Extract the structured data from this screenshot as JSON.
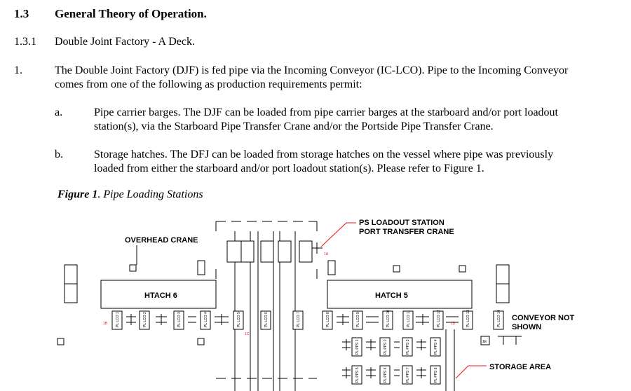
{
  "section": {
    "number": "1.3",
    "title": "General Theory of Operation."
  },
  "subsection": {
    "number": "1.3.1",
    "title": "Double Joint Factory - A Deck."
  },
  "item1": {
    "number": "1.",
    "line1": "The Double Joint Factory (DJF) is fed pipe via the Incoming Conveyor (IC-LCO).  Pipe to the Incoming Conveyor",
    "line2": "comes from one of the following as production requirements permit:"
  },
  "item_a": {
    "label": "a.",
    "line1": "Pipe carrier barges.  The DJF can be loaded from pipe carrier barges at the starboard and/or port loadout",
    "line2": "station(s), via the Starboard Pipe Transfer Crane and/or the Portside Pipe Transfer Crane."
  },
  "item_b": {
    "label": "b.",
    "line1": "Storage hatches.  The DFJ can be loaded from storage hatches on the vessel where pipe was previously",
    "line2": "loaded from either the starboard and/or port loadout station(s).  Please refer to Figure 1."
  },
  "figure": {
    "label": "Figure 1",
    "caption": ". Pipe Loading Stations"
  },
  "diagram": {
    "ps_loadout_line1": "PS LOADOUT STATION",
    "ps_loadout_line2": "PORT TRANSFER CRANE",
    "overhead_crane": "OVERHEAD CRANE",
    "hatch6": "HTACH 6",
    "hatch5": "HATCH 5",
    "conveyor_line1": "CONVEYOR NOT",
    "conveyor_line2": "SHOWN",
    "storage_area": "STORAGE AREA",
    "callout_1a": "1A",
    "callout_1b": "1B",
    "callout_1c": "1C",
    "callout_1d": "1D",
    "callout_1e": "1E",
    "lco_labels": [
      "PL LCO 1",
      "PL LCO 2",
      "PL LCO 3",
      "PL LCO 4",
      "PL LCO 5",
      "PL LCO 6",
      "PL LCO 7",
      "PL LCO 8",
      "PL LCO 9",
      "PL LCO 10",
      "PL LCO 11",
      "PL LCO 12",
      "PL LCO 13",
      "PL LCO 14"
    ],
    "pps_labels": [
      "PL PPS 1",
      "PL PPS 2",
      "PL PPS 3",
      "PL PPS 4",
      "PL PPS 5",
      "PL PPS 6",
      "PL PPS 7",
      "PL PPS 8"
    ],
    "accent_color": "#e8141e"
  }
}
